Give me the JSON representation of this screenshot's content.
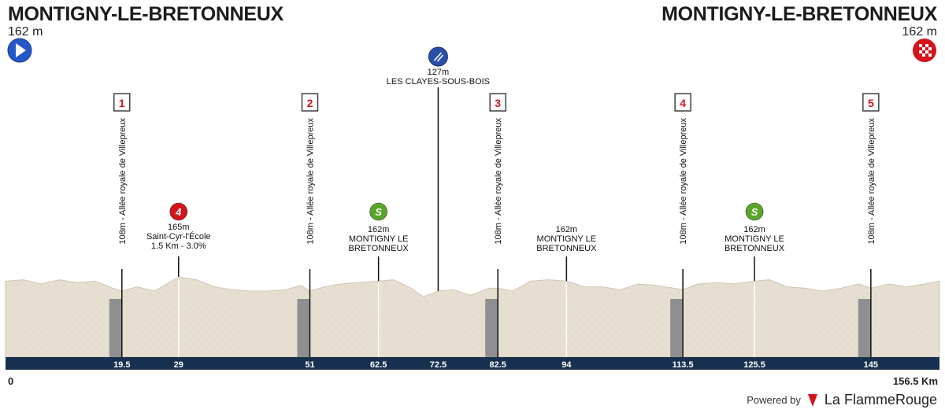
{
  "start": {
    "city": "MONTIGNY-LE-BRETONNEUX",
    "altitude": "162 m"
  },
  "finish": {
    "city": "MONTIGNY-LE-BRETONNEUX",
    "altitude": "162 m"
  },
  "distance_start_label": "0",
  "distance_end_label": "156.5 Km",
  "powered_by": {
    "label": "Powered by",
    "brand": "La FlammeRouge"
  },
  "icons": {
    "start": "play-icon",
    "finish": "checkered-flag-icon",
    "feed": "feed-zone-icon",
    "climb": "climb-cat4-icon",
    "sprint": "sprint-icon"
  },
  "colors": {
    "axis": "#17304f",
    "terrain": "#e6ded0",
    "start_icon": "#2458c6",
    "finish_icon": "#d4141c",
    "sprint_icon": "#5aa628",
    "climb_icon": "#d4141c"
  },
  "chart_data": {
    "type": "area",
    "xlabel": "",
    "ylabel": "",
    "xlim": [
      0,
      156.5
    ],
    "profile": {
      "x": [
        0,
        3,
        6,
        9,
        12,
        15,
        18,
        19.5,
        22,
        25,
        27,
        29,
        32,
        35,
        38,
        41,
        44,
        47,
        49.5,
        51,
        53.5,
        56,
        59,
        62.5,
        65,
        68,
        70,
        72.5,
        75,
        78,
        81,
        82.5,
        85,
        88,
        91,
        94,
        97,
        100,
        103,
        106,
        109,
        112,
        113.5,
        116,
        119,
        122,
        125.5,
        128,
        131,
        134,
        137,
        140,
        143,
        145,
        148,
        151,
        154,
        156.5
      ],
      "y": [
        162,
        163,
        160,
        163,
        161,
        162,
        157,
        155,
        158,
        155,
        160,
        165,
        163,
        158,
        156,
        155,
        155,
        156,
        159,
        155,
        158,
        160,
        161,
        162,
        163,
        157,
        151,
        155,
        156,
        152,
        157,
        157,
        155,
        162,
        163,
        162,
        158,
        158,
        156,
        160,
        159,
        157,
        156,
        160,
        161,
        160,
        162,
        163,
        158,
        157,
        155,
        157,
        160,
        157,
        160,
        158,
        160,
        162
      ]
    },
    "lap_markers": [
      {
        "number": "1",
        "km": 19.5,
        "label": "108m - Allée royale de Villepreux"
      },
      {
        "number": "2",
        "km": 51,
        "label": "108m - Allée royale de Villepreux"
      },
      {
        "number": "3",
        "km": 82.5,
        "label": "108m - Allée royale de Villepreux"
      },
      {
        "number": "4",
        "km": 113.5,
        "label": "108m - Allée royale de Villepreux"
      },
      {
        "number": "5",
        "km": 145,
        "label": "108m - Allée royale de Villepreux"
      }
    ],
    "points": [
      {
        "km": 29,
        "type": "climb",
        "badge": "4",
        "lines": [
          "165m",
          "Saint-Cyr-l'École",
          "1.5 Km - 3.0%"
        ]
      },
      {
        "km": 62.5,
        "type": "sprint",
        "badge": "S",
        "lines": [
          "162m",
          "MONTIGNY LE",
          "BRETONNEUX"
        ]
      },
      {
        "km": 72.5,
        "type": "feed",
        "badge": "",
        "lines": [
          "127m",
          "LES CLAYES-SOUS-BOIS"
        ]
      },
      {
        "km": 94,
        "type": "town",
        "badge": "",
        "lines": [
          "162m",
          "MONTIGNY LE",
          "BRETONNEUX"
        ]
      },
      {
        "km": 125.5,
        "type": "sprint",
        "badge": "S",
        "lines": [
          "162m",
          "MONTIGNY LE",
          "BRETONNEUX"
        ]
      }
    ],
    "km_ticks": [
      "19.5",
      "29",
      "51",
      "62.5",
      "72.5",
      "82.5",
      "94",
      "113.5",
      "125.5",
      "145"
    ]
  }
}
